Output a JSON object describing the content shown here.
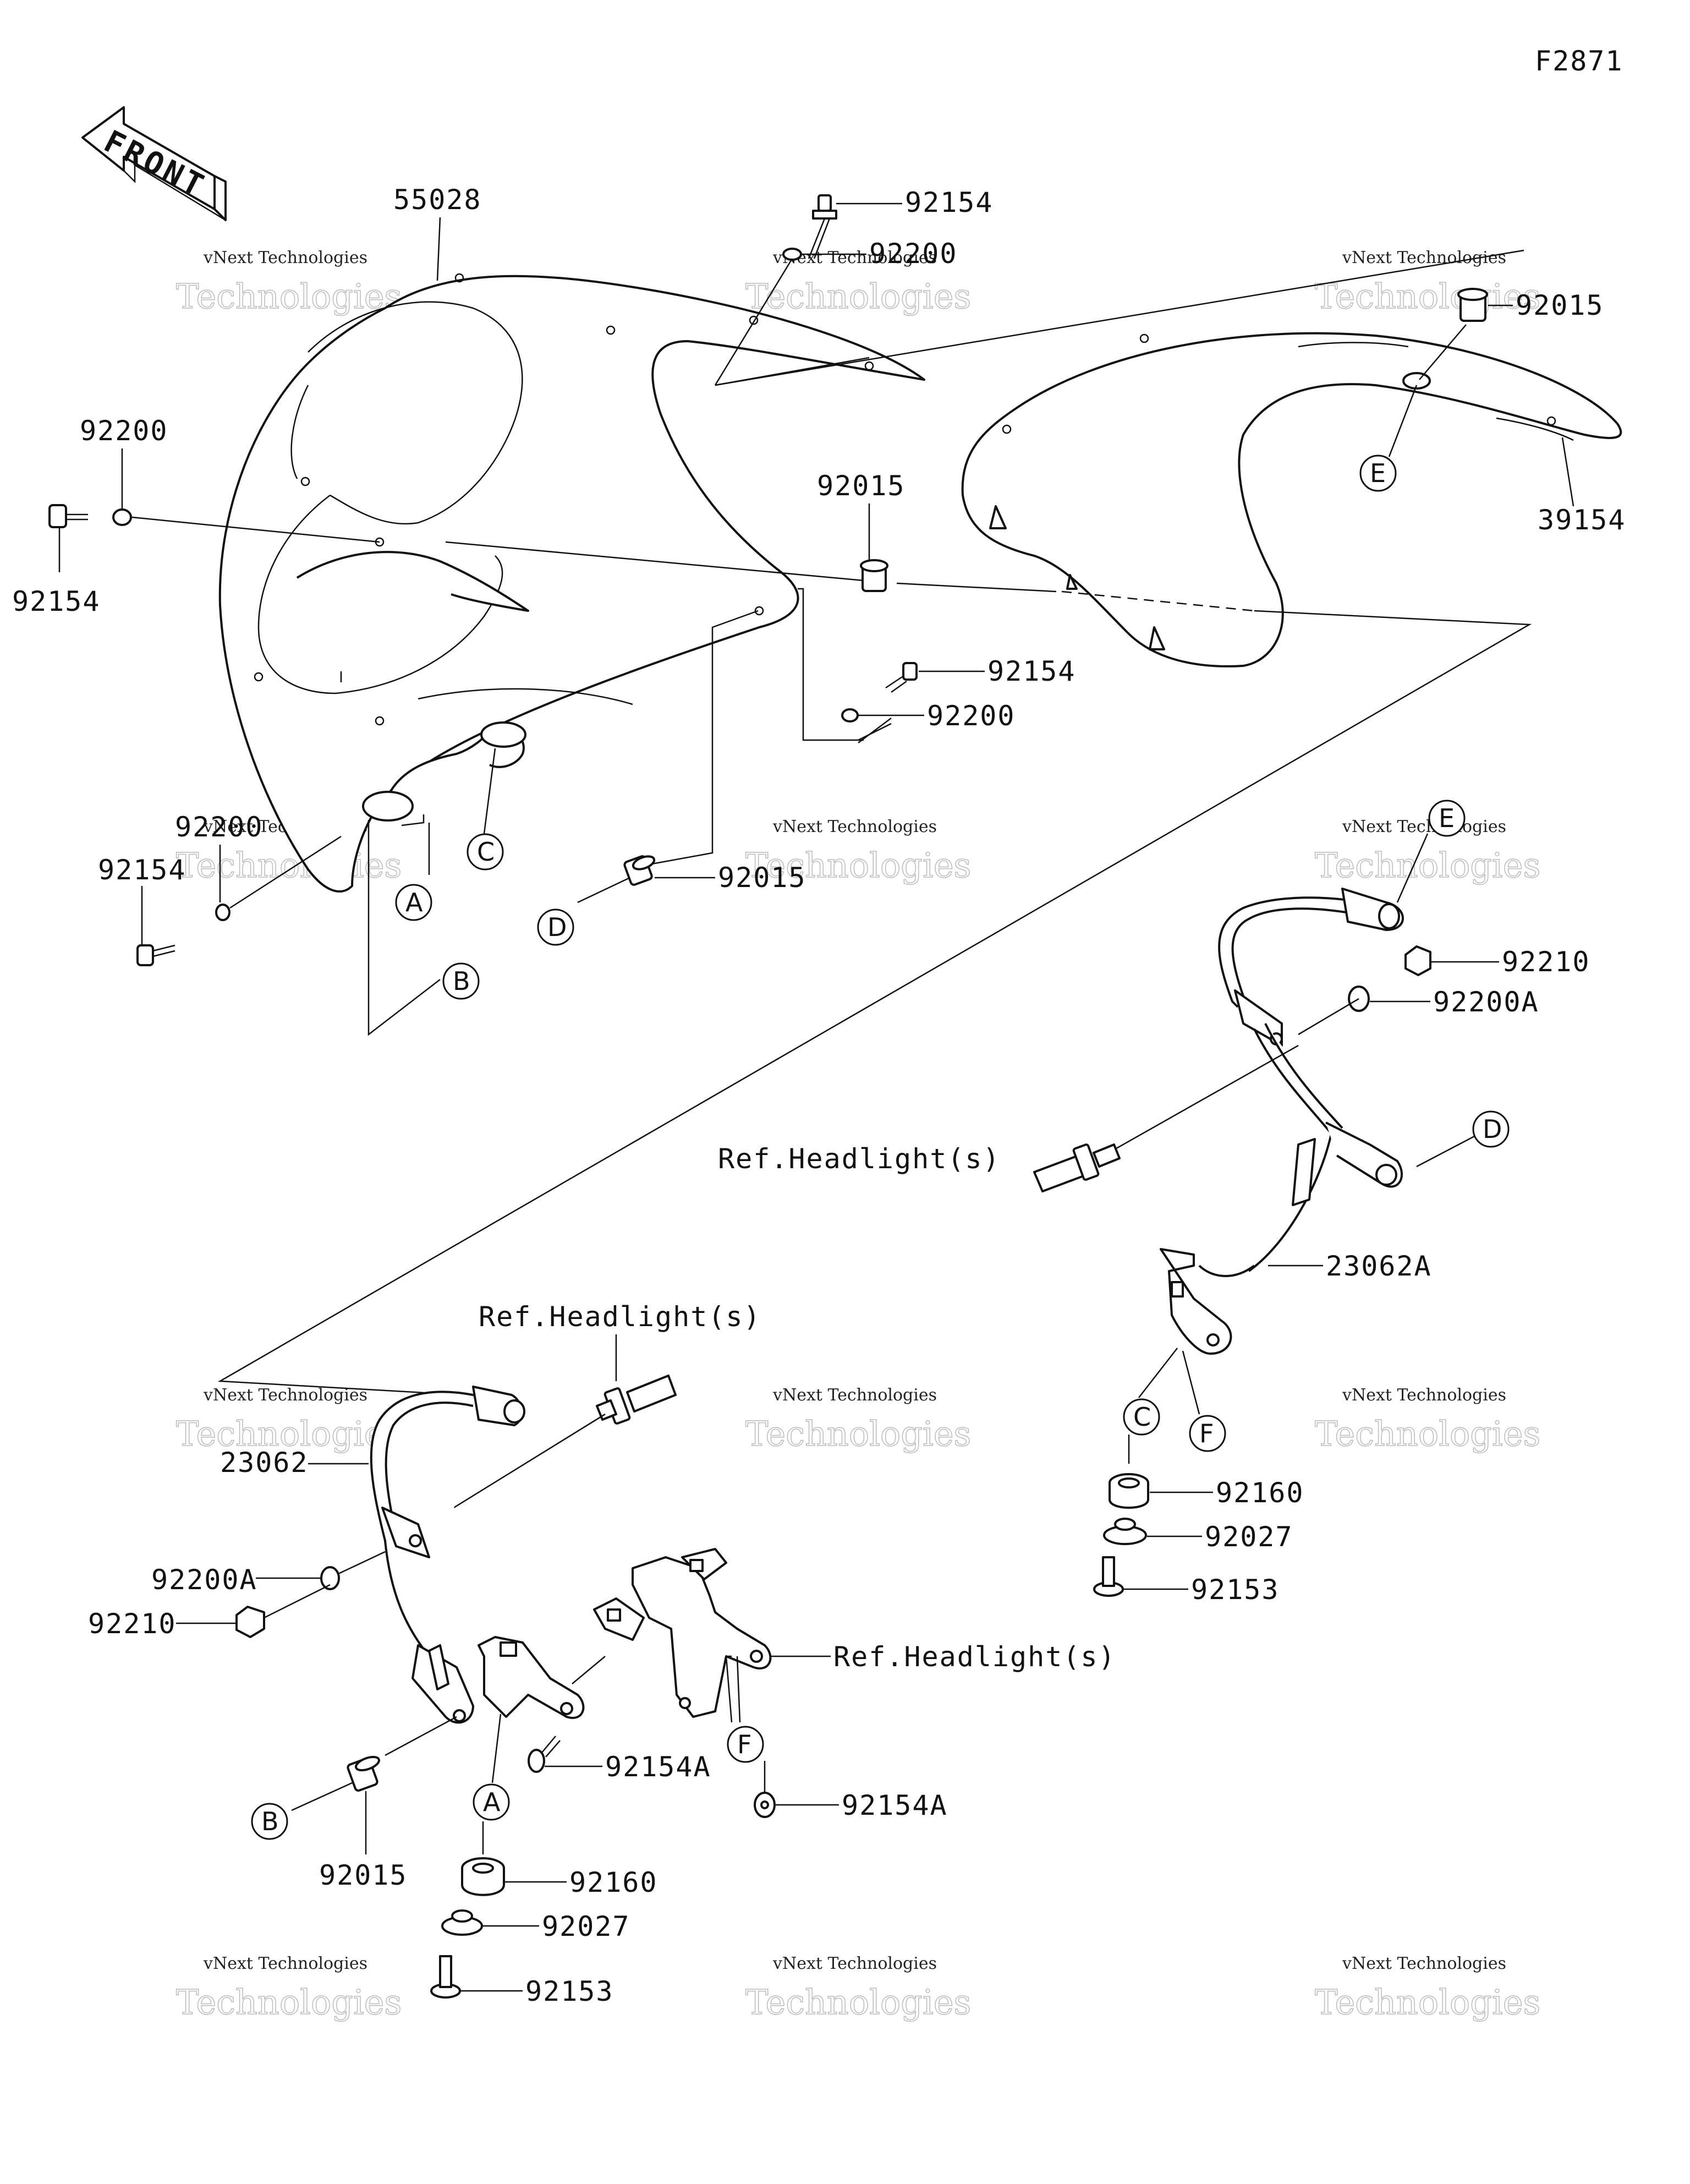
{
  "figure_code": "F2871",
  "front_label": "FRONT",
  "watermark": {
    "line1": "vNext Technologies",
    "line2": "Technologies"
  },
  "part_labels": {
    "windshield": "55028",
    "cover": "39154",
    "bolt_top": "92154",
    "washer_top": "92200",
    "nut_right_top": "92015",
    "washer_left": "92200",
    "bolt_left": "92154",
    "nut_mid": "92015",
    "bolt_mid": "92154",
    "washer_mid": "92200",
    "washer_low_left": "92200",
    "bolt_low_left": "92154",
    "nut_d": "92015",
    "nut_e_stay": "92210",
    "washer_e_stay": "92200A",
    "ref_headlight_right": "Ref.Headlight(s)",
    "stay_right": "23062A",
    "grommet_right": "92160",
    "collar_right": "92027",
    "bolt_right": "92153",
    "ref_headlight_top_left": "Ref.Headlight(s)",
    "stay_left": "23062",
    "washer_stay_left": "92200A",
    "nut_stay_left": "92210",
    "ref_headlight_bracket": "Ref.Headlight(s)",
    "bolt_bracket": "92154A",
    "bolt_bracket_f": "92154A",
    "nut_b": "92015",
    "grommet_left": "92160",
    "collar_left": "92027",
    "bolt_left_bottom": "92153"
  },
  "callouts": {
    "a1": "A",
    "b1": "B",
    "c1": "C",
    "d1": "D",
    "e1": "E",
    "e2": "E",
    "d2": "D",
    "c2": "C",
    "f2": "F",
    "b3": "B",
    "a3": "A",
    "f3": "F"
  }
}
